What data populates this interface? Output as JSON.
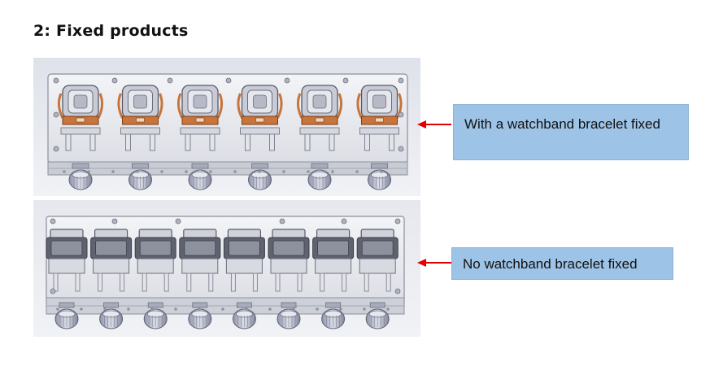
{
  "section": {
    "title": "2: Fixed products"
  },
  "images": [
    {
      "name": "six-station-fixture-with-watchband",
      "stations": 6
    },
    {
      "name": "eight-station-fixture-without-watchband",
      "stations": 8
    }
  ],
  "callouts": {
    "with_band": "With a watchband bracelet fixed",
    "no_band": "No watchband bracelet fixed"
  },
  "colors": {
    "callout_fill": "#9dc3e6",
    "arrow": "#e00000",
    "copper_clamp": "#c8743a"
  }
}
